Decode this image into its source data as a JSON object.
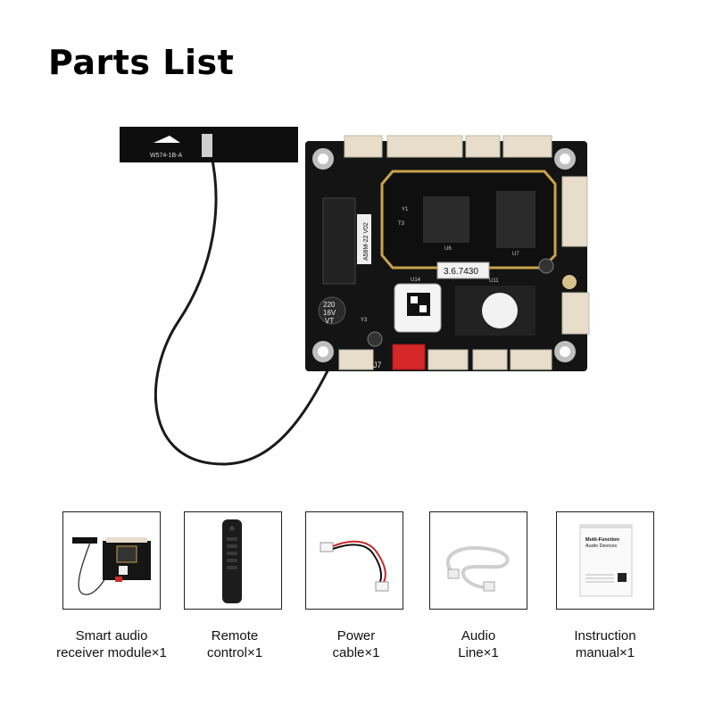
{
  "title": "Parts List",
  "board": {
    "antenna_label": "W574-1B-A",
    "module_label": "A58M-22 V02",
    "firmware_label": "3.6.7430",
    "capacitor_label_1": "220",
    "capacitor_label_2": "16V",
    "capacitor_label_3": "VT",
    "chip_u14": "U14",
    "chip_u11": "U11",
    "chip_u7": "U7",
    "chip_u6": "U6",
    "connector_j7": "J7",
    "y1": "Y1",
    "y3": "Y3",
    "t3": "T3"
  },
  "parts": [
    {
      "line1": "Smart audio",
      "line2": "receiver module×1",
      "icon": "receiver-module"
    },
    {
      "line1": "Remote",
      "line2": "control×1",
      "icon": "remote-control"
    },
    {
      "line1": "Power",
      "line2": "cable×1",
      "icon": "power-cable"
    },
    {
      "line1": "Audio",
      "line2": "Line×1",
      "icon": "audio-line"
    },
    {
      "line1": "Instruction",
      "line2": "manual×1",
      "icon": "instruction-manual"
    }
  ],
  "manual": {
    "title_line1": "Multi-Function",
    "title_line2": "Audio Devices"
  },
  "colors": {
    "pcb": "#111111",
    "connector": "#e8dccb",
    "red_connector": "#d62828",
    "gold": "#c9a24a"
  }
}
